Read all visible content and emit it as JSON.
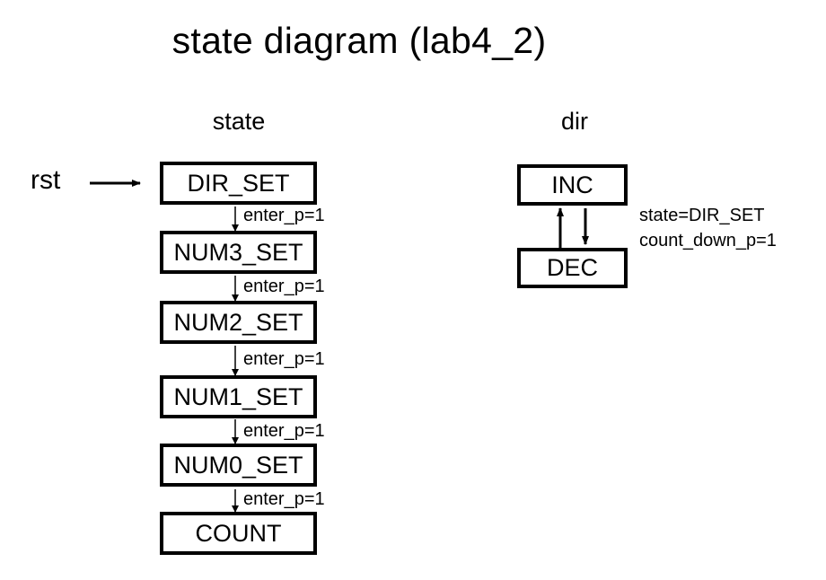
{
  "title": "state diagram (lab4_2)",
  "state_column": {
    "heading": "state",
    "reset_label": "rst",
    "states": [
      "DIR_SET",
      "NUM3_SET",
      "NUM2_SET",
      "NUM1_SET",
      "NUM0_SET",
      "COUNT"
    ],
    "transitions": [
      "enter_p=1",
      "enter_p=1",
      "enter_p=1",
      "enter_p=1",
      "enter_p=1"
    ]
  },
  "dir_column": {
    "heading": "dir",
    "states": [
      "INC",
      "DEC"
    ],
    "condition_lines": [
      "state=DIR_SET",
      "count_down_p=1"
    ]
  }
}
